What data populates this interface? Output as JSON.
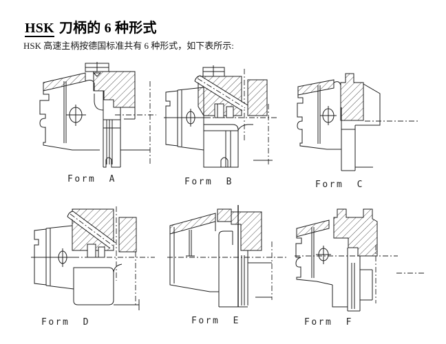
{
  "header": {
    "title_brand": "HSK",
    "title_rest": "刀柄的 6 种形式",
    "subtitle": "HSK 高速主柄按德国标准共有 6 种形式，如下表所示:"
  },
  "figures": [
    {
      "label": "Form A"
    },
    {
      "label": "Form B"
    },
    {
      "label": "Form C"
    },
    {
      "label": "Form D"
    },
    {
      "label": "Form E"
    },
    {
      "label": "Form F"
    }
  ],
  "colors": {
    "background": "#ffffff",
    "line": "#1c1c1c",
    "text": "#000000"
  }
}
